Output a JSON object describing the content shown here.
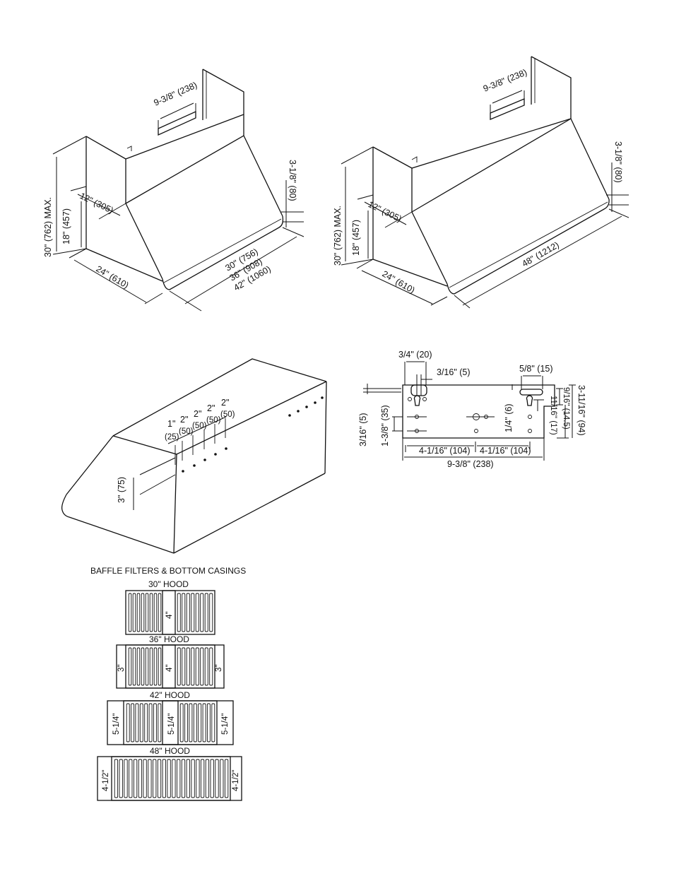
{
  "hood_left": {
    "bracket_width": "9-3/8\" (238)",
    "bracket_offset": "3-1/8\" (80)",
    "depth_top": "12\" (305)",
    "max_height": "30\" (762) MAX.",
    "lower_height": "18\" (457)",
    "depth": "24\" (610)",
    "widths": [
      "30\" (756)",
      "36\" (908)",
      "42\" (1060)"
    ]
  },
  "hood_right": {
    "bracket_width": "9-3/8\" (238)",
    "bracket_offset": "3-1/8\" (80)",
    "depth_top": "12\" (305)",
    "max_height": "30\" (762) MAX.",
    "lower_height": "18\" (457)",
    "depth": "24\" (610)",
    "width": "48\" (1212)"
  },
  "hole_pattern": {
    "spacings_inch": [
      "1\"",
      "2\"",
      "2\"",
      "2\"",
      "2\""
    ],
    "spacings_mm": [
      "(25)",
      "(50)",
      "(50)",
      "(50)",
      "(50)"
    ],
    "vertical": "3\" (75)"
  },
  "bracket_detail": {
    "top_a": "3/4\" (20)",
    "top_b": "3/16\" (5)",
    "top_c": "5/8\" (15)",
    "left_a": "3/16\" (5)",
    "left_b": "1-3/8\" (35)",
    "mid": "1/4\" (6)",
    "right_a": "9/16\" (14.5)",
    "right_b": "11/16\" (17)",
    "right_c": "3-11/16\" (94)",
    "bottom_a": "4-1/16\" (104)",
    "bottom_b": "4-1/16\" (104)",
    "bottom_total": "9-3/8\" (238)"
  },
  "filters": {
    "title": "BAFFLE FILTERS & BOTTOM CASINGS",
    "items": [
      {
        "label": "30\" HOOD",
        "casings": [
          "4\""
        ]
      },
      {
        "label": "36\" HOOD",
        "casings": [
          "3\"",
          "4\"",
          "3\""
        ]
      },
      {
        "label": "42\" HOOD",
        "casings": [
          "5-1/4\"",
          "5-1/4\"",
          "5-1/4\""
        ]
      },
      {
        "label": "48\" HOOD",
        "casings": [
          "4-1/2\"",
          "4-1/2\""
        ]
      }
    ]
  }
}
